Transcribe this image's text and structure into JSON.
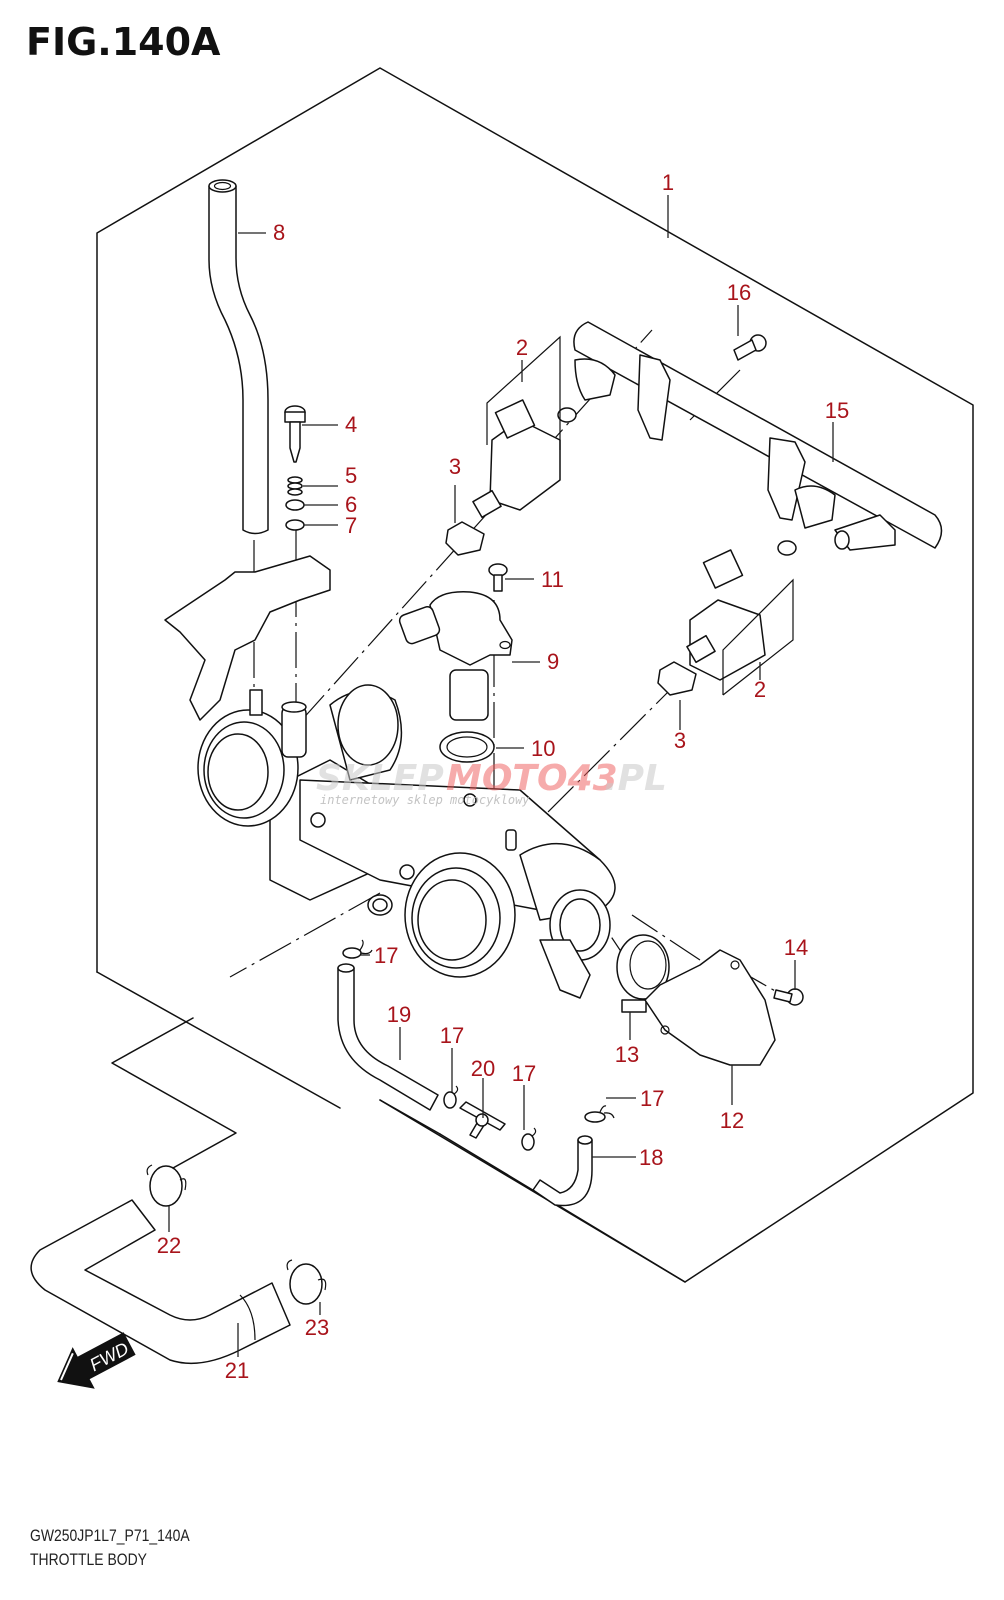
{
  "figure": {
    "title": "FIG.140A",
    "model_code": "GW250JP1L7_P71_140A",
    "section_name": "THROTTLE BODY"
  },
  "colors": {
    "callout": "#a8141b",
    "line": "#111111",
    "background": "#ffffff"
  },
  "watermark": {
    "brand_gray": "SKLEP",
    "brand_red": "MOTO43",
    "brand_suffix": ".PL",
    "tagline": "internetowy sklep motocyklowy"
  },
  "fwd_arrow": {
    "label": "FWD",
    "icon": "forward-direction-arrow-icon"
  },
  "callouts": [
    {
      "id": "c1",
      "number": "1"
    },
    {
      "id": "c2a",
      "number": "2"
    },
    {
      "id": "c2b",
      "number": "2"
    },
    {
      "id": "c3a",
      "number": "3"
    },
    {
      "id": "c3b",
      "number": "3"
    },
    {
      "id": "c4",
      "number": "4"
    },
    {
      "id": "c5",
      "number": "5"
    },
    {
      "id": "c6",
      "number": "6"
    },
    {
      "id": "c7",
      "number": "7"
    },
    {
      "id": "c8",
      "number": "8"
    },
    {
      "id": "c9",
      "number": "9"
    },
    {
      "id": "c10",
      "number": "10"
    },
    {
      "id": "c11",
      "number": "11"
    },
    {
      "id": "c12",
      "number": "12"
    },
    {
      "id": "c13",
      "number": "13"
    },
    {
      "id": "c14",
      "number": "14"
    },
    {
      "id": "c15",
      "number": "15"
    },
    {
      "id": "c16",
      "number": "16"
    },
    {
      "id": "c17a",
      "number": "17"
    },
    {
      "id": "c17b",
      "number": "17"
    },
    {
      "id": "c17c",
      "number": "17"
    },
    {
      "id": "c17d",
      "number": "17"
    },
    {
      "id": "c18",
      "number": "18"
    },
    {
      "id": "c19",
      "number": "19"
    },
    {
      "id": "c20",
      "number": "20"
    },
    {
      "id": "c21",
      "number": "21"
    },
    {
      "id": "c22",
      "number": "22"
    },
    {
      "id": "c23",
      "number": "23"
    }
  ]
}
